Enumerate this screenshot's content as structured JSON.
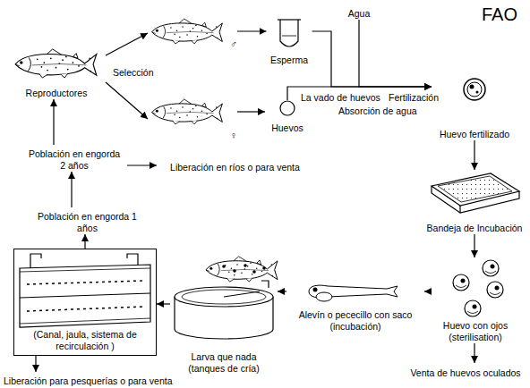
{
  "diagram": {
    "nodes": [
      {
        "text": [
          "Reproductores"
        ]
      },
      {
        "text": [
          "♂"
        ]
      },
      {
        "text": [
          "♀"
        ]
      },
      {
        "text": [
          "Esperma"
        ]
      },
      {
        "text": [
          "Huevos"
        ]
      },
      {
        "text": [
          "Agua"
        ]
      },
      {
        "text": [
          "Huevo fertilizado"
        ]
      },
      {
        "text": [
          "Bandeja de Incubación"
        ]
      },
      {
        "text": [
          "Huevo con ojos (sterilisation)"
        ]
      },
      {
        "text": [
          "Venta de huevos oculados"
        ]
      },
      {
        "text": [
          "Alevín o pececillo con saco (incubación)"
        ]
      },
      {
        "text": [
          "Larva que nada (tanques de cría)"
        ]
      },
      {
        "text": [
          "(Canal, jaula, sistema de recirculación )"
        ]
      },
      {
        "text": [
          "Liberación para pesquerías o para venta"
        ]
      },
      {
        "text": [
          "Población en engorda 1 años"
        ]
      },
      {
        "text": [
          "Población en engorda 2 años"
        ]
      },
      {
        "text": [
          "Liberación en ríos o para venta"
        ]
      }
    ],
    "edges": [
      {
        "from": 0,
        "to": 1,
        "arrow": "to"
      },
      {
        "from": 0,
        "to": 2,
        "arrow": "to"
      },
      {
        "from": 1,
        "to": 3,
        "arrow": "to"
      },
      {
        "from": 2,
        "to": 4,
        "arrow": "to"
      },
      {
        "from": 3,
        "to": 6,
        "arrow": "to"
      },
      {
        "from": 5,
        "to": 6,
        "arrow": "to"
      },
      {
        "from": 4,
        "to": 6,
        "arrow": "to"
      },
      {
        "from": 6,
        "to": 7,
        "arrow": "to"
      },
      {
        "from": 7,
        "to": 8,
        "arrow": "to"
      },
      {
        "from": 8,
        "to": 9,
        "arrow": "to"
      },
      {
        "from": 8,
        "to": 10,
        "arrow": "to"
      },
      {
        "from": 10,
        "to": 11,
        "arrow": "to"
      },
      {
        "from": 11,
        "to": 12,
        "arrow": "to"
      },
      {
        "from": 12,
        "to": 13,
        "arrow": "to"
      },
      {
        "from": 12,
        "to": 14,
        "arrow": "to"
      },
      {
        "from": 14,
        "to": 15,
        "arrow": "to"
      },
      {
        "from": 15,
        "to": 0,
        "arrow": "to"
      },
      {
        "from": 15,
        "to": 16,
        "arrow": "to"
      }
    ],
    "labels": [
      "FAO",
      "Selección",
      "La vado de huevos",
      "Fertilización",
      "Absorción de agua"
    ]
  }
}
